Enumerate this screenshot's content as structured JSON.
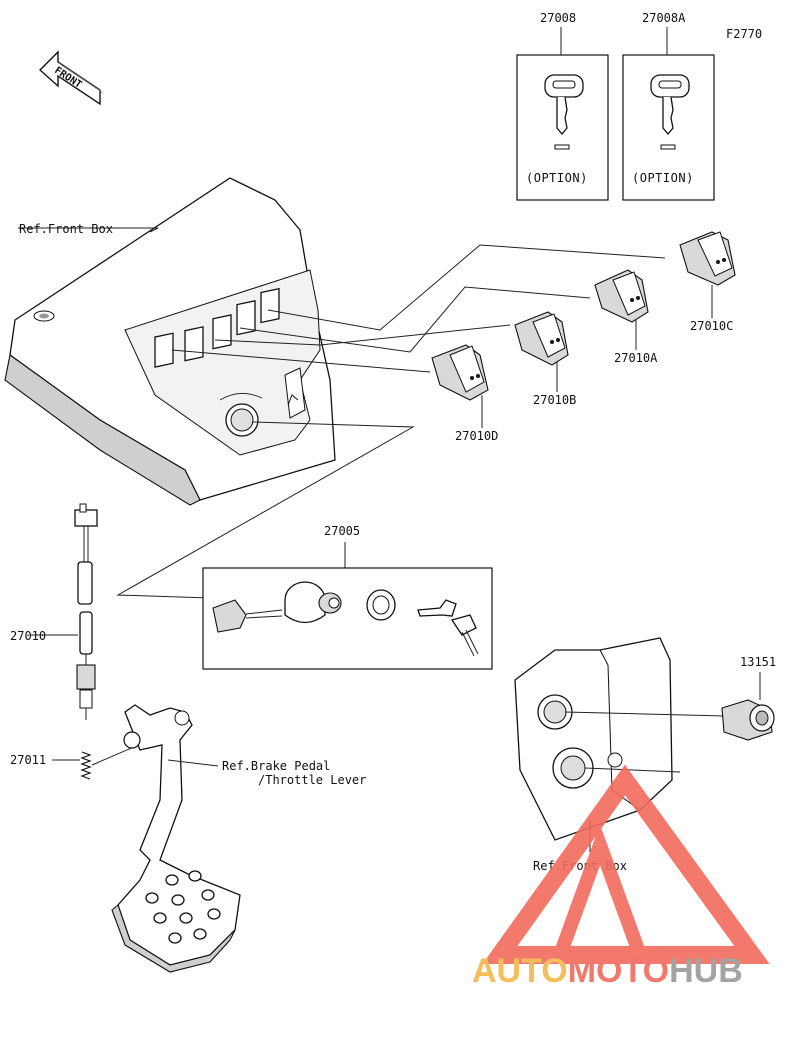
{
  "diagram": {
    "figure_code": "F2770",
    "front_label": "FRONT",
    "option_text": "(OPTION)",
    "parts": {
      "p27008": "27008",
      "p27008A": "27008A",
      "p27010C": "27010C",
      "p27010A": "27010A",
      "p27010B": "27010B",
      "p27010D": "27010D",
      "p27005": "27005",
      "p27010": "27010",
      "p27011": "27011",
      "p13151": "13151"
    },
    "refs": {
      "front_box_top": "Ref.Front Box",
      "brake_line1": "Ref.Brake Pedal",
      "brake_line2": "/Throttle Lever",
      "front_box_bottom": "Ref.Front Box"
    }
  },
  "watermark": {
    "text_left": "AUTO",
    "text_mid": "MOTO",
    "text_right": "HUB",
    "colors": {
      "auto": "#f5b84a",
      "moto": "#f06a5a",
      "hub": "#9a9a9a",
      "triangle": "#f26b5e"
    }
  }
}
